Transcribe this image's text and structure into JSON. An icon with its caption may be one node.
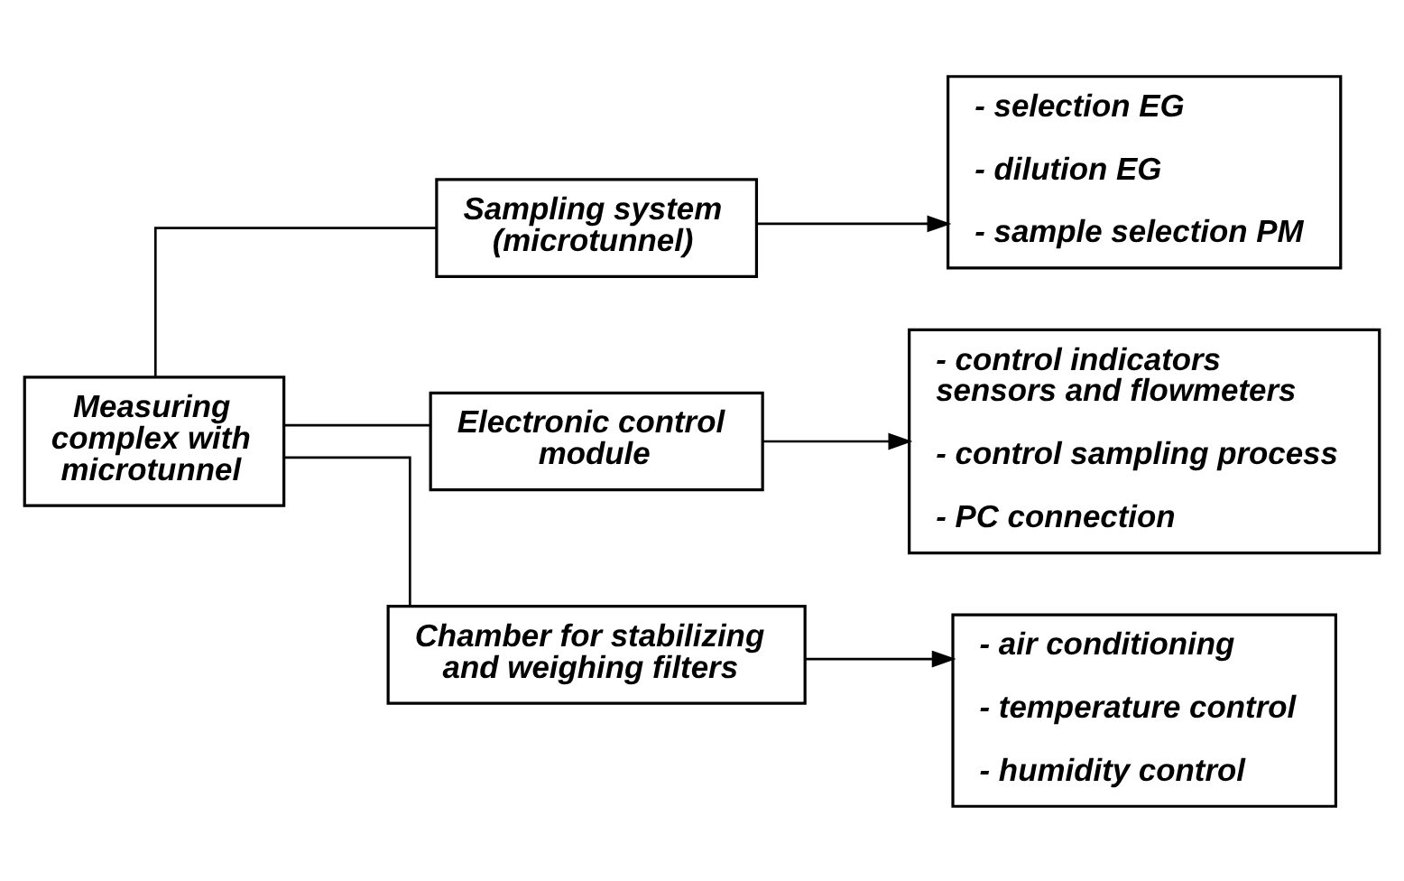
{
  "diagram": {
    "nodes": [
      {
        "text": [
          "Measuring complex with microtunnel"
        ]
      },
      {
        "text": [
          "Sampling system (microtunnel)"
        ]
      },
      {
        "text": [
          "Electronic control module"
        ]
      },
      {
        "text": [
          "Chamber for stabilizing and weighing filters"
        ]
      },
      {
        "text": [
          "- selection EG",
          "- dilution EG",
          "- sample selection PM"
        ]
      },
      {
        "text": [
          "- control indicators sensors and flowmeters",
          "- control sampling process",
          "- PC connection"
        ]
      },
      {
        "text": [
          "- air conditioning",
          "- temperature control",
          "- humidity control"
        ]
      }
    ],
    "edges": [
      {
        "from": 0,
        "to": 1,
        "arrow": "none"
      },
      {
        "from": 0,
        "to": 2,
        "arrow": "none"
      },
      {
        "from": 0,
        "to": 3,
        "arrow": "none"
      },
      {
        "from": 1,
        "to": 4,
        "arrow": "to"
      },
      {
        "from": 2,
        "to": 5,
        "arrow": "to"
      },
      {
        "from": 3,
        "to": 6,
        "arrow": "to"
      }
    ]
  }
}
